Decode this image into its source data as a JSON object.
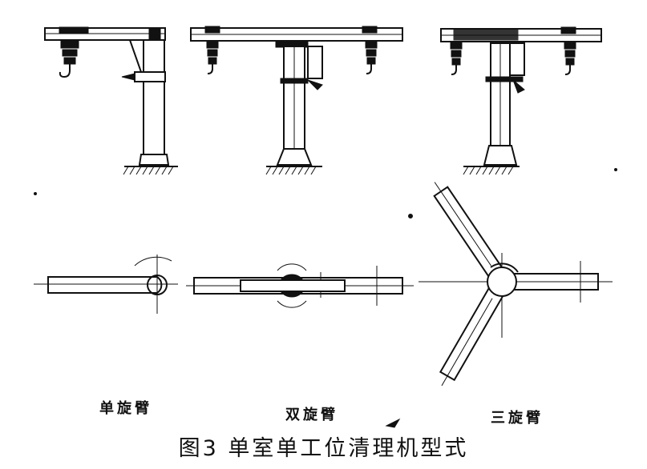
{
  "labels": {
    "single": "单旋臂",
    "double": "双旋臂",
    "triple": "三旋臂"
  },
  "caption": "图3   单室单工位清理机型式"
}
